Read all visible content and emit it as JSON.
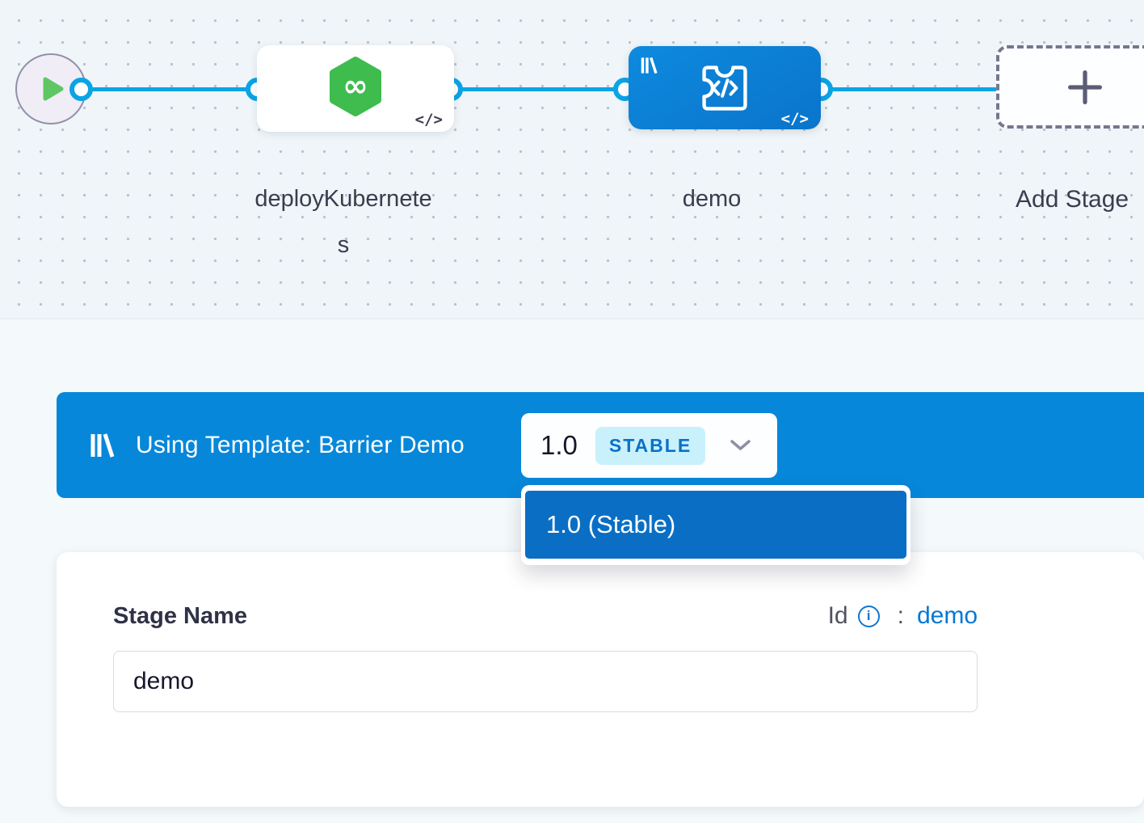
{
  "colors": {
    "edge_accent": "#0aa4e6",
    "primary_blue": "#0278d5",
    "banner_blue": "#0787d9",
    "node_blue": "#0b82d6",
    "harness_green": "#3ebc4e",
    "stable_badge_bg": "#c9f1fc"
  },
  "canvas": {
    "nodes": [
      {
        "label": "deployKubernetes",
        "type": "deploy-stage"
      },
      {
        "label": "demo",
        "type": "custom-stage-templated"
      }
    ],
    "add_stage": {
      "label": "Add Stage",
      "plus": "+"
    }
  },
  "template_banner": {
    "text": "Using Template: Barrier Demo",
    "version": "1.0",
    "badge": "STABLE"
  },
  "version_dropdown": {
    "items": [
      {
        "label": "1.0 (Stable)",
        "selected": true
      }
    ]
  },
  "stage_form": {
    "name_label": "Stage Name",
    "id_label": "Id",
    "id_separator": ":",
    "id_value": "demo",
    "name_value": "demo"
  },
  "icons": {
    "code_badge": "</>",
    "infinity": "∞",
    "info_glyph": "i"
  }
}
